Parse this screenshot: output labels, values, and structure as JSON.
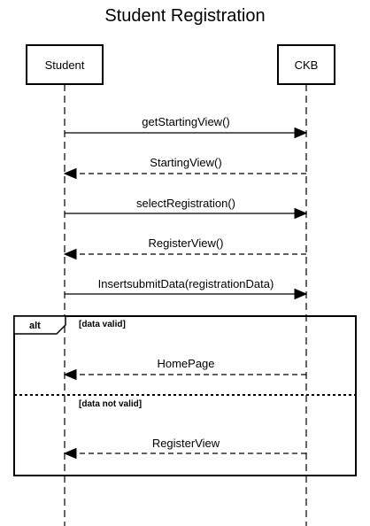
{
  "diagram": {
    "title": "Student Registration",
    "participants": [
      {
        "id": "student",
        "label": "Student"
      },
      {
        "id": "ckb",
        "label": "CKB"
      }
    ],
    "messages": [
      {
        "label": "getStartingView()",
        "from": "student",
        "to": "ckb",
        "style": "solid"
      },
      {
        "label": "StartingView()",
        "from": "ckb",
        "to": "student",
        "style": "dashed"
      },
      {
        "label": "selectRegistration()",
        "from": "student",
        "to": "ckb",
        "style": "solid"
      },
      {
        "label": "RegisterView()",
        "from": "ckb",
        "to": "student",
        "style": "dashed"
      },
      {
        "label": "InsertsubmitData(registrationData)",
        "from": "student",
        "to": "ckb",
        "style": "solid"
      }
    ],
    "alt_frame": {
      "tag": "alt",
      "operands": [
        {
          "guard": "[data valid]",
          "messages": [
            {
              "label": "HomePage",
              "from": "ckb",
              "to": "student",
              "style": "dashed"
            }
          ]
        },
        {
          "guard": "[data not valid]",
          "messages": [
            {
              "label": "RegisterView",
              "from": "ckb",
              "to": "student",
              "style": "dashed"
            }
          ]
        }
      ]
    }
  }
}
